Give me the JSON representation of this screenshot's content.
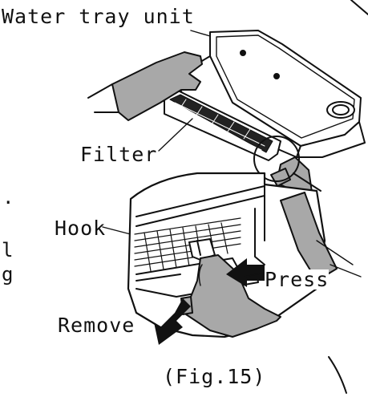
{
  "labels": {
    "water_tray_unit": "Water tray unit",
    "filter": "Filter",
    "hook": "Hook",
    "press": "Press",
    "remove": "Remove",
    "caption": "(Fig.15)"
  },
  "edge_fragments": {
    "frag_dot": ".",
    "frag_l": "l",
    "frag_g": "g"
  },
  "colors": {
    "stroke": "#111111",
    "glove": "#a8a8a8",
    "arrow": "#111111",
    "background": "#ffffff"
  }
}
